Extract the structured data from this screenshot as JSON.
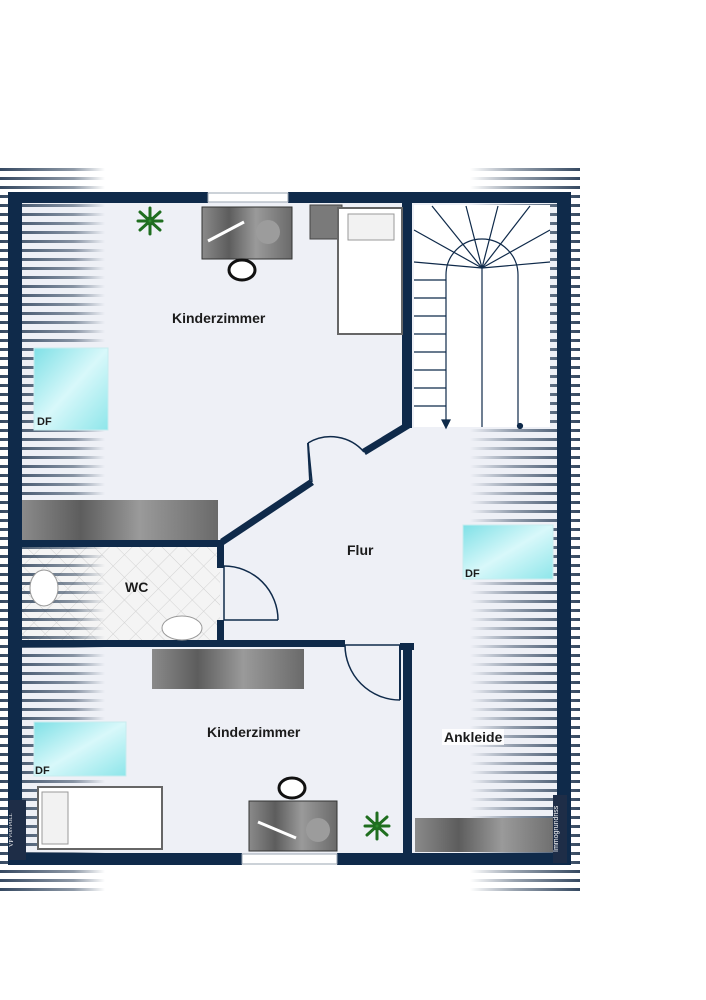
{
  "rooms": {
    "kinderzimmer_top": "Kinderzimmer",
    "kinderzimmer_bottom": "Kinderzimmer",
    "flur": "Flur",
    "wc": "WC",
    "ankleide": "Ankleide"
  },
  "skylights": {
    "label": "DF"
  },
  "branding": {
    "logo_initials": "VP",
    "logo_name": "VON POLL",
    "logo_sub": "IMMOBILIEN",
    "vertical_text": "Immogrundriss"
  },
  "colors": {
    "wall": "#0f2a4a",
    "floor": "#eef0f6",
    "sloped_line": "#1f3550",
    "skylight": "#a9ecef",
    "furniture": "#6e6e6e"
  }
}
